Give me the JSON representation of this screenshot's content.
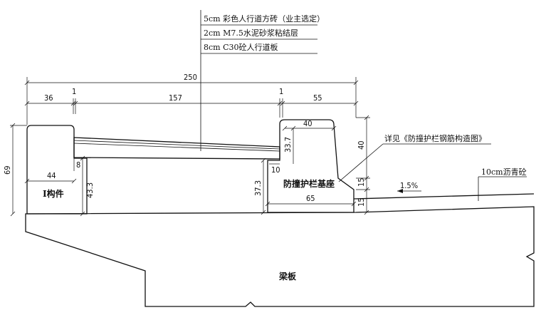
{
  "layers": {
    "layer1": "5cm 彩色人行道方砖（业主选定）",
    "layer2": "2cm M7.5水泥砂浆粘结层",
    "layer3": "8cm C30砼人行道板"
  },
  "dimensions": {
    "total": "250",
    "d36": "36",
    "d1a": "1",
    "d157": "157",
    "d1b": "1",
    "d55": "55",
    "d69": "69",
    "d44": "44",
    "d8": "8",
    "d43_3": "43.3",
    "d40a": "40",
    "d33_7": "33.7",
    "d10": "10",
    "d37_3": "37.3",
    "d65": "65",
    "d40b": "40",
    "d15a": "15",
    "d15b": "15"
  },
  "labels": {
    "i_member": "I构件",
    "barrier_base": "防撞护栏基座",
    "barrier_ref": "详见《防撞护栏钢筋构造图》",
    "asphalt": "10cm沥青砼",
    "slope": "1.5%",
    "beam_slab": "梁板"
  }
}
